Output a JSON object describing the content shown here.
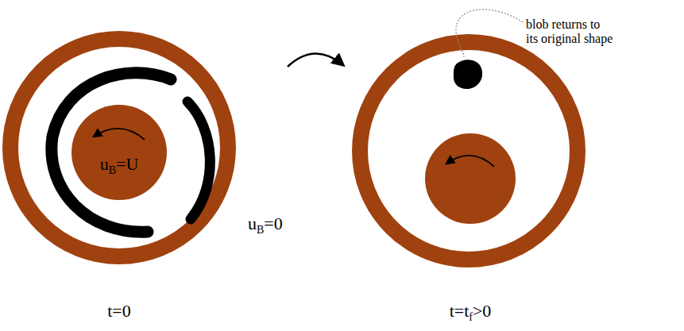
{
  "diagram": {
    "nodes": [
      {
        "text": [
          "u",
          "B",
          "=U"
        ]
      }
    ],
    "labels": [
      "u",
      "B",
      "=0",
      "t=0",
      "t=t",
      "f",
      ">0",
      "blob returns to its original shape"
    ]
  }
}
